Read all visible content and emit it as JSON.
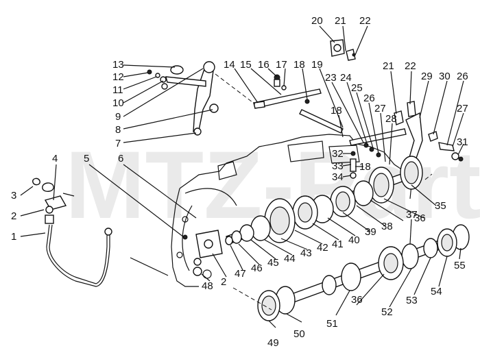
{
  "watermark": "MTZ-Parts",
  "callouts": [
    "1",
    "2",
    "2",
    "3",
    "4",
    "5",
    "6",
    "7",
    "8",
    "9",
    "10",
    "11",
    "12",
    "13",
    "14",
    "15",
    "16",
    "17",
    "18",
    "18",
    "18",
    "19",
    "20",
    "21",
    "21",
    "22",
    "22",
    "23",
    "24",
    "25",
    "26",
    "26",
    "27",
    "27",
    "28",
    "29",
    "30",
    "31",
    "32",
    "33",
    "34",
    "35",
    "36",
    "36",
    "37",
    "38",
    "39",
    "40",
    "41",
    "42",
    "43",
    "44",
    "45",
    "46",
    "47",
    "48",
    "49",
    "50",
    "51",
    "52",
    "53",
    "54",
    "55"
  ]
}
